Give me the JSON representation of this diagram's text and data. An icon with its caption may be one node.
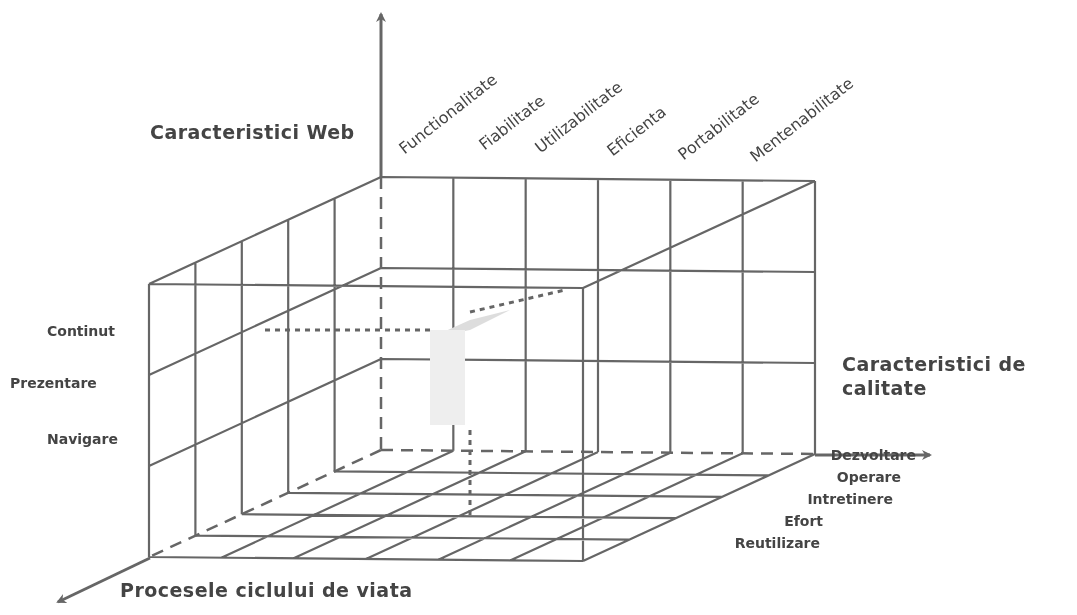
{
  "diagram": {
    "labels": [
      "Caracteristici Web",
      "Functionalitate",
      "Fiabilitate",
      "Utilizabilitate",
      "Eficienta",
      "Portabilitate",
      "Mentenabilitate",
      "Continut",
      "Prezentare",
      "Navigare",
      "Caracteristici de calitate",
      "Dezvoltare",
      "Operare",
      "Intretinere",
      "Efort",
      "Reutilizare",
      "Procesele ciclului de viata"
    ]
  }
}
